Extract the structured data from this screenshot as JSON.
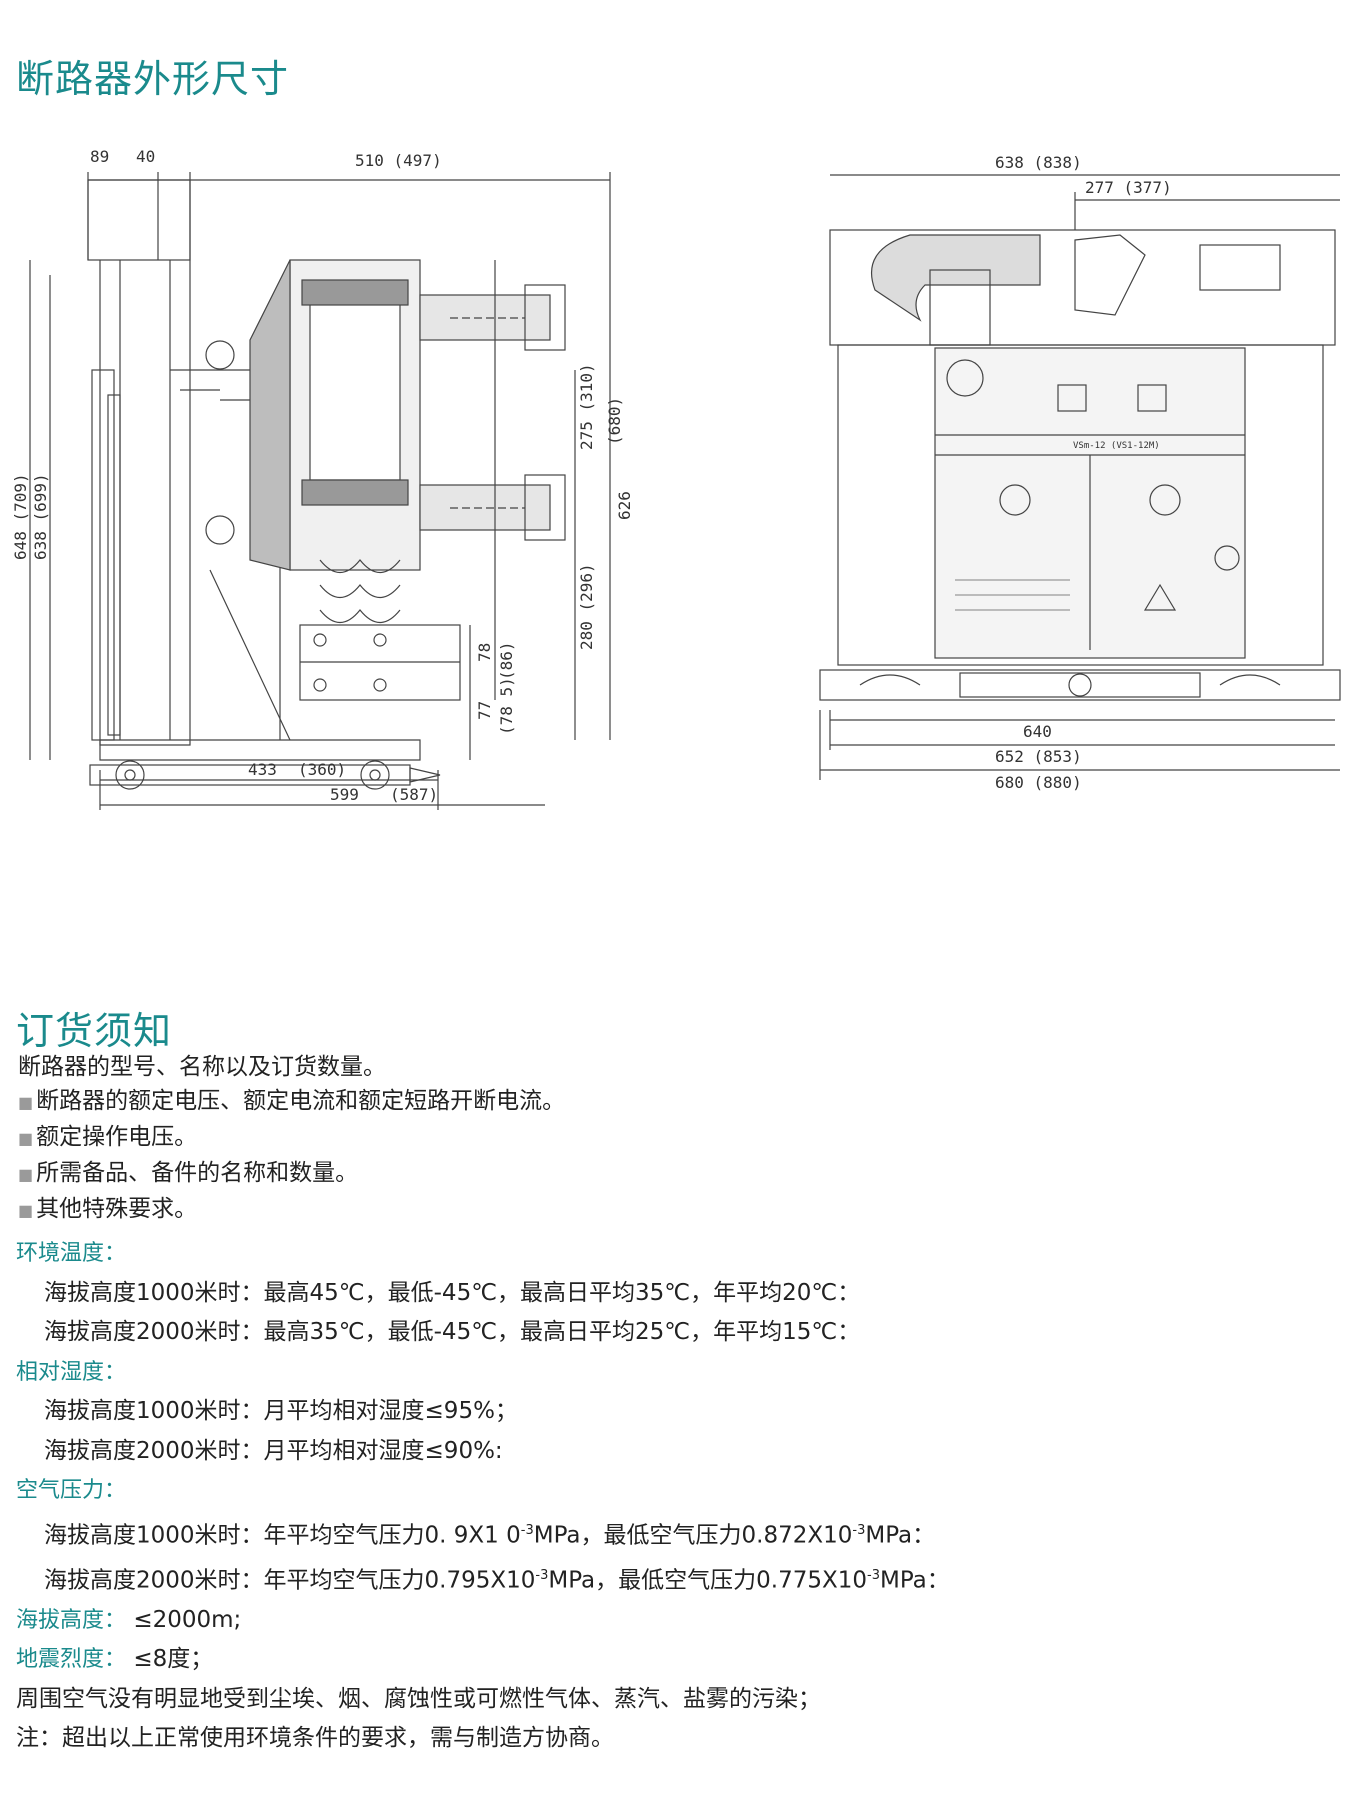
{
  "titles": {
    "dimensions": "断路器外形尺寸",
    "ordering": "订货须知"
  },
  "side_view": {
    "dims": {
      "d89": "89",
      "d40": "40",
      "d510": "510 (497)",
      "d648": "648 (709)",
      "d638": "638 (699)",
      "d275": "275 (310)",
      "d680": "(680)",
      "d626": "626",
      "d280": "280 (296)",
      "d78": "78",
      "d86": "(86)",
      "d77": "77",
      "d785": "(78 5)",
      "d433": "433",
      "d360": "(360)",
      "d599": "599",
      "d587": "(587)"
    }
  },
  "front_view": {
    "dims": {
      "d638": "638 (838)",
      "d277": "277 (377)",
      "d640": "640",
      "d652": "652 (853)",
      "d680": "680 (880)"
    },
    "model_label": "VSm-12 (VS1-12M)"
  },
  "ordering": {
    "intro": "断路器的型号、名称以及订货数量。",
    "items": [
      "断路器的额定电压、额定电流和额定短路开断电流。",
      "额定操作电压。",
      "所需备品、备件的名称和数量。",
      "其他特殊要求。"
    ]
  },
  "environment": {
    "temp_label": "环境温度：",
    "temp_1000": "海拔高度1000米时：最高45℃，最低-45℃，最高日平均35℃，年平均20℃：",
    "temp_2000": "海拔高度2000米时：最高35℃，最低-45℃，最高日平均25℃，年平均15℃：",
    "hum_label": "相对湿度：",
    "hum_1000": "海拔高度1000米时：月平均相对湿度≤95%；",
    "hum_2000": "海拔高度2000米时：月平均相对湿度≤90%:",
    "press_label": "空气压力：",
    "press_1000_a": "海拔高度1000米时：年平均空气压力0. 9X1 0",
    "press_1000_b": "MPa，最低空气压力0.872X10",
    "press_1000_c": "MPa：",
    "press_2000_a": "海拔高度2000米时：年平均空气压力0.795X10",
    "press_2000_b": "MPa，最低空气压力0.775X10",
    "press_2000_c": "MPa：",
    "exp": "-3",
    "alt_label": "海拔高度：",
    "alt_value": " ≤2000m;",
    "quake_label": "地震烈度：",
    "quake_value": " ≤8度；",
    "note1": "周围空气没有明显地受到尘埃、烟、腐蚀性或可燃性气体、蒸汽、盐雾的污染；",
    "note2": "注：超出以上正常使用环境条件的要求，需与制造方协商。"
  }
}
